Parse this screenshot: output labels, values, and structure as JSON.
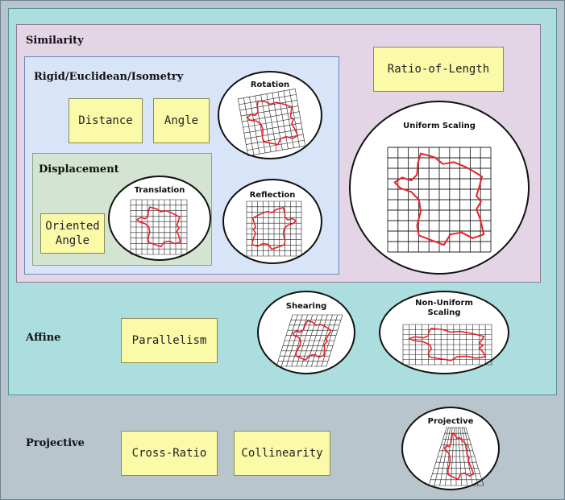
{
  "regions": {
    "projective": "Projective",
    "affine": "Affine",
    "similarity": "Similarity",
    "rigid": "Rigid/Euclidean/Isometry",
    "displacement": "Displacement"
  },
  "properties": {
    "distance": "Distance",
    "angle": "Angle",
    "oriented_angle_line1": "Oriented",
    "oriented_angle_line2": "Angle",
    "ratio_of_length": "Ratio-of-Length",
    "parallelism": "Parallelism",
    "cross_ratio": "Cross-Ratio",
    "collinearity": "Collinearity"
  },
  "transforms": {
    "rotation": "Rotation",
    "translation": "Translation",
    "reflection": "Reflection",
    "uniform_scaling": "Uniform Scaling",
    "shearing": "Shearing",
    "non_uniform_scaling_line1": "Non-Uniform",
    "non_uniform_scaling_line2": "Scaling",
    "projective": "Projective"
  },
  "colors": {
    "outline": "#e8202a",
    "grid": "#222222"
  }
}
